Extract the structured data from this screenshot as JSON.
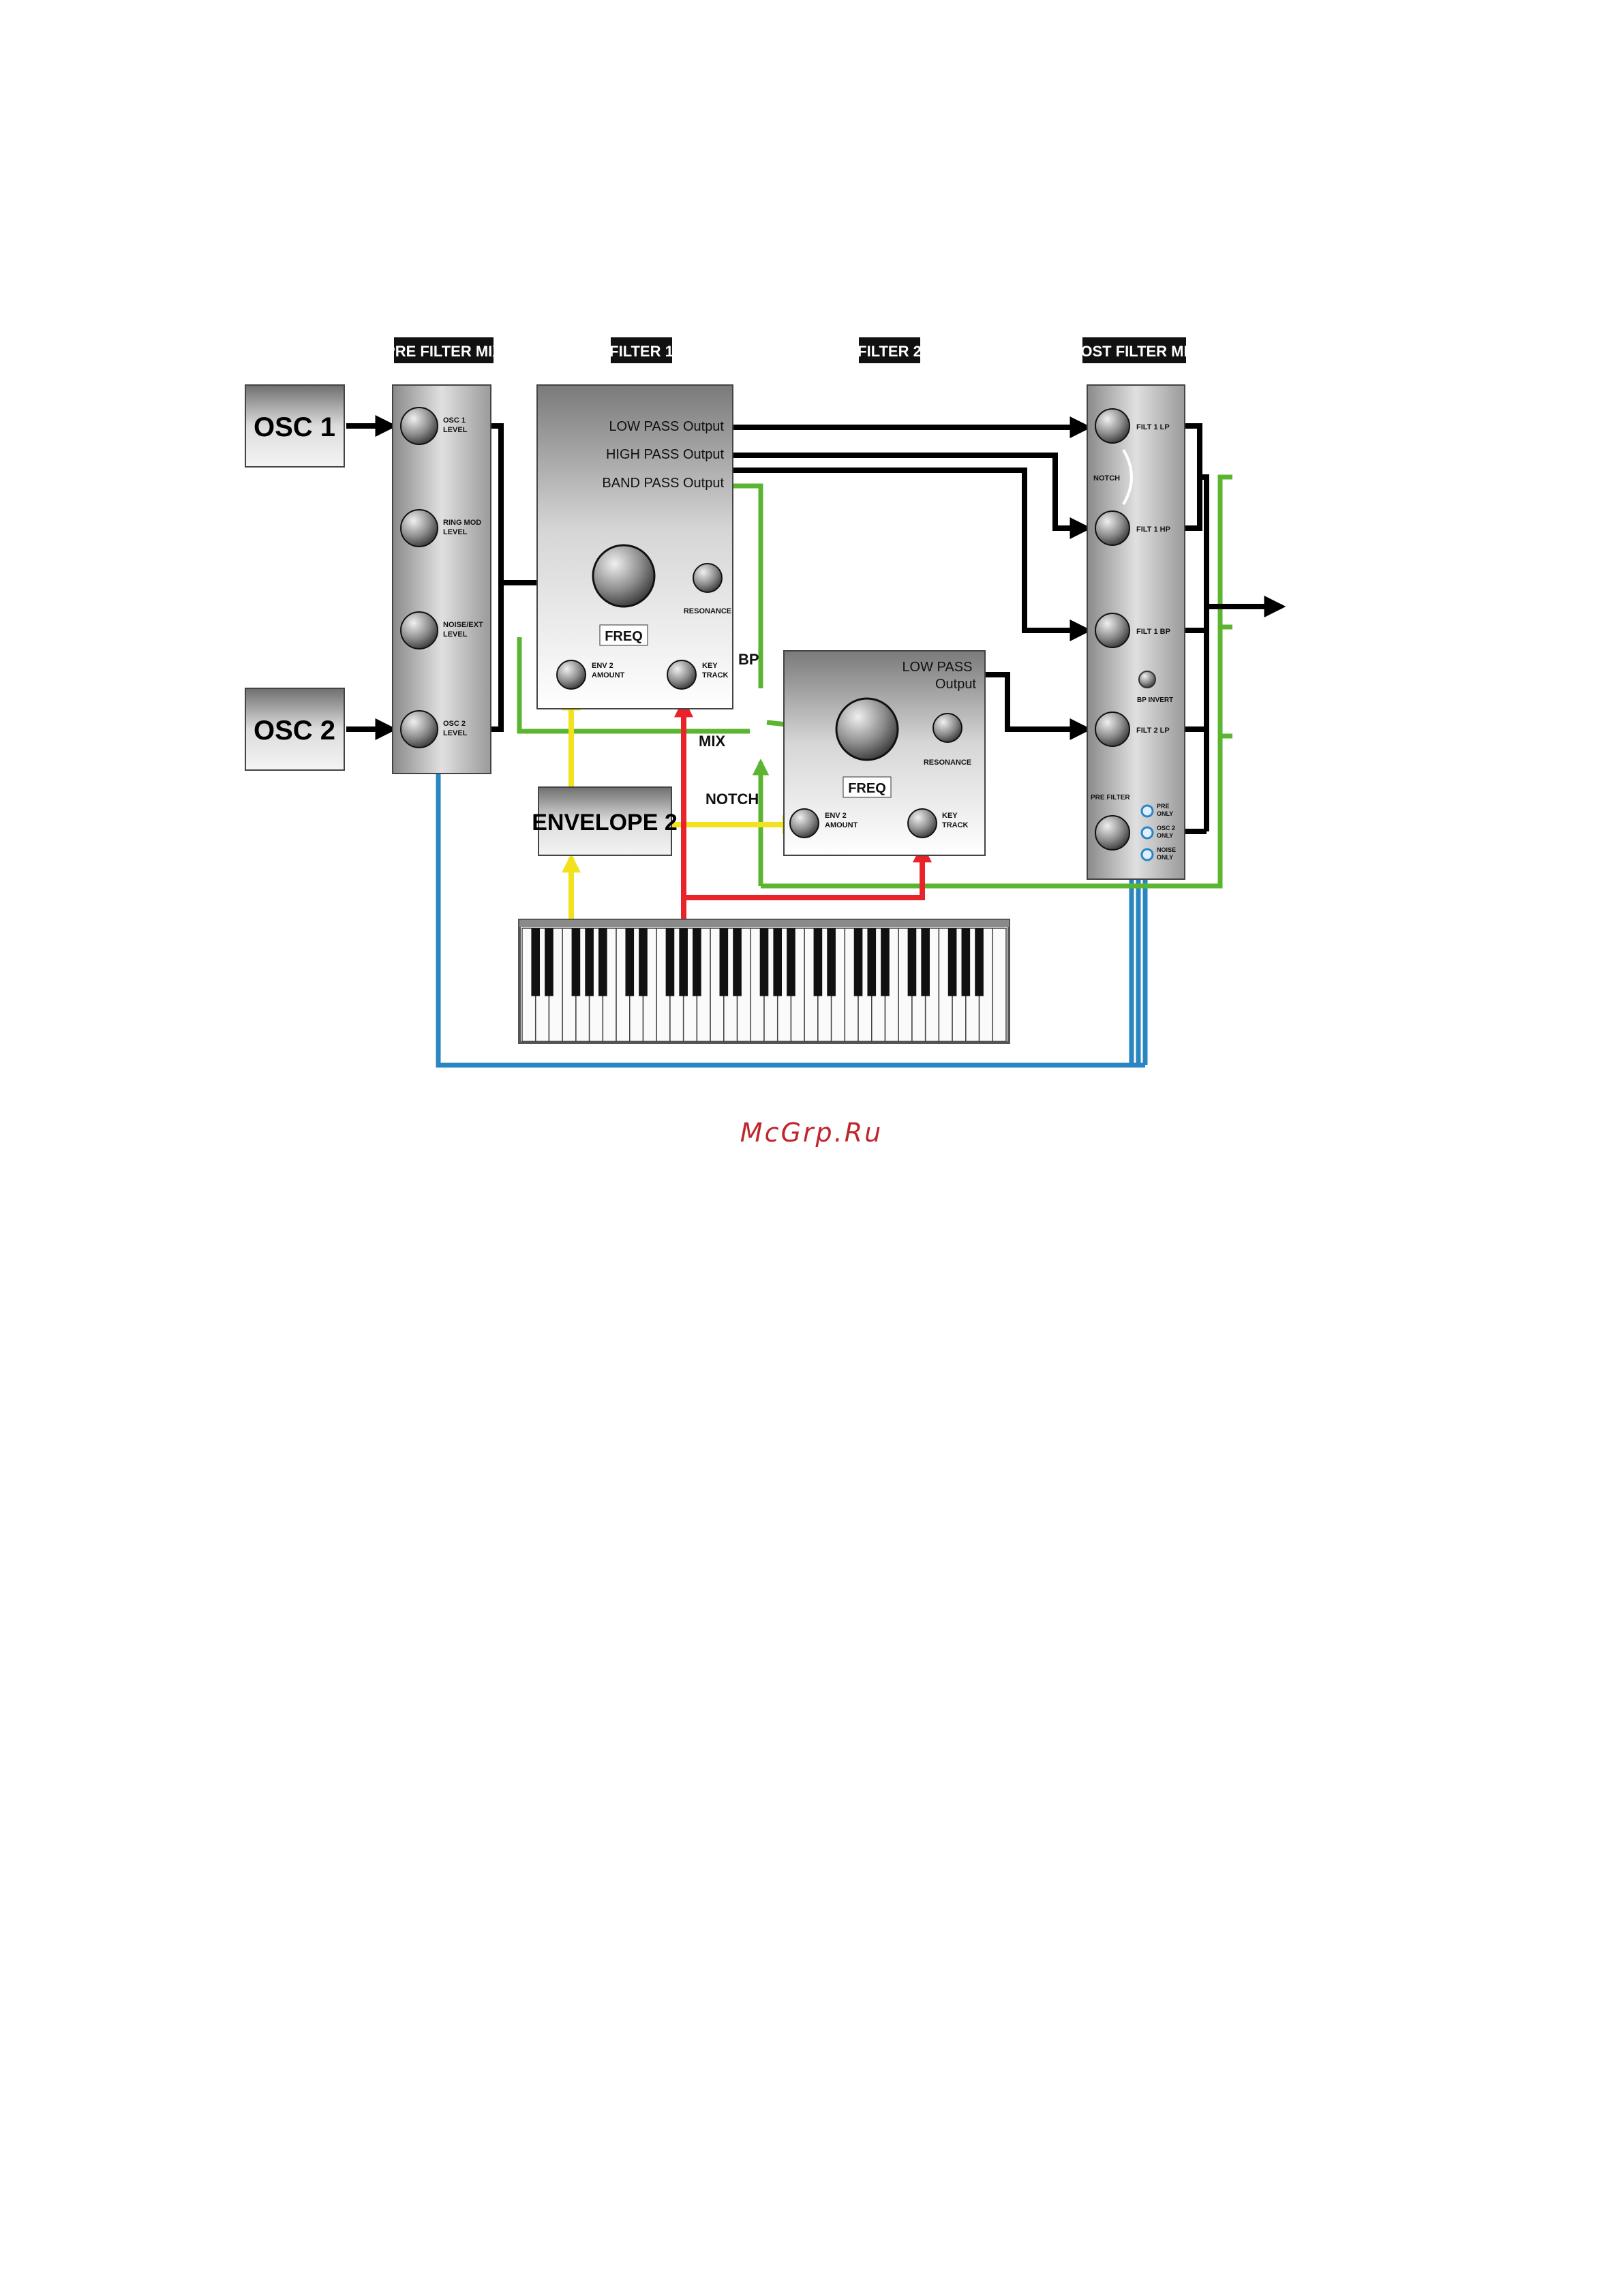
{
  "headers": {
    "pre_filter_mix": "PRE FILTER MIX",
    "filter1": "FILTER 1",
    "filter2": "FILTER 2",
    "post_filter_mix": "POST FILTER MIX"
  },
  "sources": {
    "osc1": "OSC 1",
    "osc2": "OSC 2"
  },
  "pre_filter_mix": {
    "osc1_level": [
      "OSC 1",
      "LEVEL"
    ],
    "ring_mod_level": [
      "RING MOD",
      "LEVEL"
    ],
    "noise_level": [
      "NOISE/EXT",
      "LEVEL"
    ],
    "osc2_level": [
      "OSC 2",
      "LEVEL"
    ]
  },
  "filter1": {
    "outputs": [
      "LOW PASS Output",
      "HIGH PASS Output",
      "BAND PASS Output"
    ],
    "freq": "FREQ",
    "resonance": "RESONANCE",
    "env_amount": [
      "ENV 2",
      "AMOUNT"
    ],
    "key_track": [
      "KEY",
      "TRACK"
    ]
  },
  "routing": {
    "bp": "BP",
    "mix": "MIX",
    "notch": "NOTCH"
  },
  "filter2": {
    "output": [
      "LOW PASS",
      "Output"
    ],
    "freq": "FREQ",
    "resonance": "RESONANCE",
    "env_amount": [
      "ENV 2",
      "AMOUNT"
    ],
    "key_track": [
      "KEY",
      "TRACK"
    ]
  },
  "envelope": "ENVELOPE 2",
  "post_filter_mix": {
    "filt1_lp": "FILT 1 LP",
    "notch": "NOTCH",
    "filt1_hp": "FILT 1 HP",
    "filt1_bp": "FILT 1 BP",
    "bp_invert": "BP INVERT",
    "filt2_lp": "FILT 2 LP",
    "pre_filter": "PRE FILTER",
    "switch1": [
      "PRE",
      "ONLY"
    ],
    "switch2": [
      "OSC 2",
      "ONLY"
    ],
    "switch3": [
      "NOISE",
      "ONLY"
    ]
  },
  "watermark": "McGrp.Ru",
  "colors": {
    "yellow": "#f2e21e",
    "red": "#e8242a",
    "green": "#5cb531",
    "blue": "#2a86c2",
    "black": "#000000",
    "watermark": "#c0262c"
  }
}
